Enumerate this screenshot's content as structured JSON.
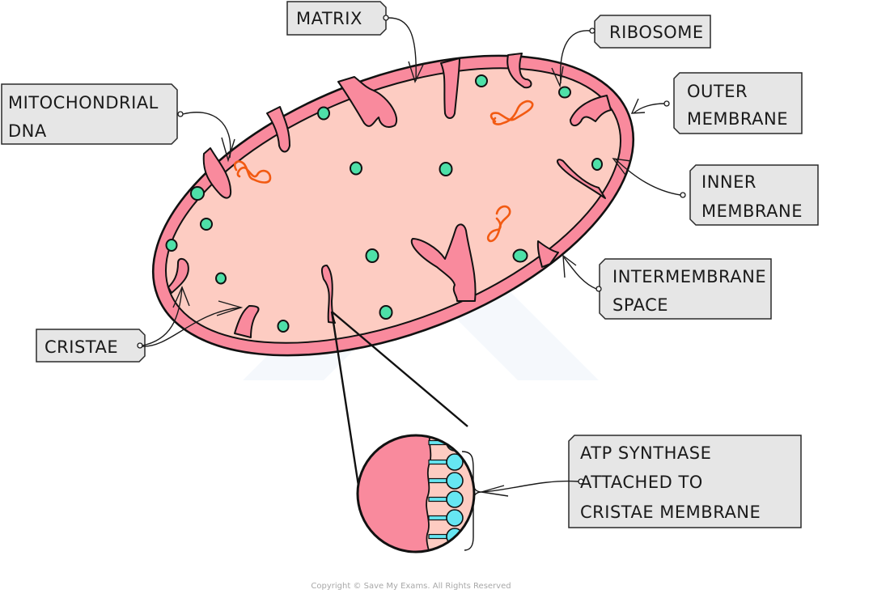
{
  "title": "Structure of a mitochondrion",
  "colors": {
    "membrane": "#f98a9d",
    "matrix": "#fdccc2",
    "ribosome": "#4ee0a8",
    "dna": "#f25a12",
    "atp_synthase": "#66e6f2",
    "label_fill": "#e6e6e6",
    "outline": "#111111"
  },
  "labels": {
    "matrix": [
      "MATRIX"
    ],
    "ribosome": [
      "RIBOSOME"
    ],
    "mitochondrial_dna": [
      "MITOCHONDRIAL",
      "DNA"
    ],
    "outer_membrane": [
      "OUTER",
      "MEMBRANE"
    ],
    "inner_membrane": [
      "INNER",
      "MEMBRANE"
    ],
    "intermembrane_space": [
      "INTERMEMBRANE",
      "SPACE"
    ],
    "cristae": [
      "CRISTAE"
    ],
    "atp_synthase": [
      "ATP  SYNTHASE",
      "ATTACHED  TO",
      "CRISTAE  MEMBRANE"
    ]
  },
  "copyright": "Copyright © Save My Exams. All Rights Reserved"
}
